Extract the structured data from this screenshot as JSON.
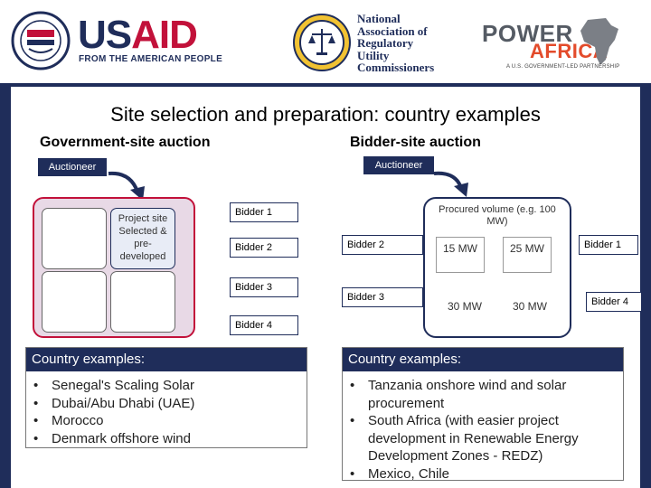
{
  "header": {
    "usaid_us": "US",
    "usaid_aid": "AID",
    "usaid_tagline": "FROM THE AMERICAN PEOPLE",
    "naruc_lines": [
      "National",
      "Association of",
      "Regulatory",
      "Utility",
      "Commissioners"
    ],
    "power_africa_power": "POWER",
    "power_africa_africa": "AFRICA",
    "power_africa_tagline": "A U.S. GOVERNMENT-LED PARTNERSHIP"
  },
  "title": "Site selection and preparation: country examples",
  "government": {
    "subtitle": "Government-site auction",
    "auctioneer": "Auctioneer",
    "project_site": "Project site Selected & pre-developed",
    "bidders": [
      "Bidder 1",
      "Bidder 2",
      "Bidder 3",
      "Bidder 4"
    ]
  },
  "bidder_site": {
    "subtitle": "Bidder-site auction",
    "auctioneer": "Auctioneer",
    "procured_volume": "Procured volume (e.g. 100 MW)",
    "mw": [
      "15 MW",
      "25 MW",
      "30 MW",
      "30 MW"
    ],
    "bidders": [
      "Bidder 1",
      "Bidder 2",
      "Bidder 3",
      "Bidder 4"
    ]
  },
  "examples_left": {
    "heading": "Country examples:",
    "items": [
      "Senegal's Scaling Solar",
      "Dubai/Abu Dhabi (UAE)",
      "Morocco",
      "Denmark offshore wind"
    ]
  },
  "examples_right": {
    "heading": "Country examples:",
    "items": [
      "Tanzania onshore wind and solar procurement",
      "South Africa (with easier project development in Renewable Energy Development Zones - REDZ)",
      "Mexico, Chile"
    ]
  },
  "colors": {
    "navy": "#1f2d5a",
    "red": "#c2113a",
    "pink_fill": "#e8d9e6",
    "orange": "#e34b2b"
  }
}
